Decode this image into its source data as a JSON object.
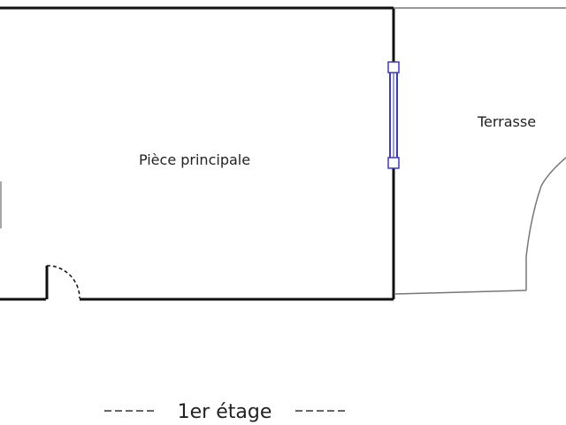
{
  "rooms": {
    "main_room": "Pièce principale",
    "terrace": "Terrasse"
  },
  "floor": {
    "label": "1er étage"
  },
  "colors": {
    "wall": "#111111",
    "terrace_outline": "#777777",
    "window": "#3b3bbf",
    "text": "#222222",
    "background": "#ffffff"
  }
}
